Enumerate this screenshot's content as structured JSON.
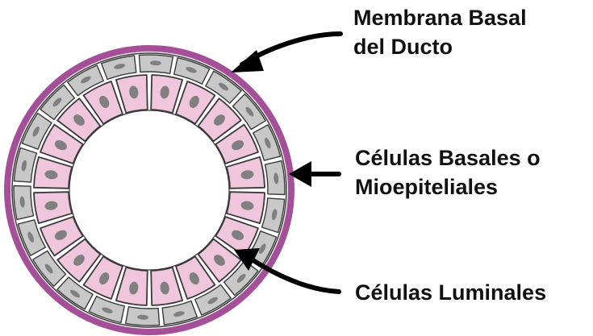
{
  "labels": {
    "membrane": {
      "line1": "Membrana Basal",
      "line2": "del Ducto"
    },
    "basal": {
      "line1": "Células Basales o",
      "line2": "Mioepiteliales"
    },
    "luminal": {
      "line1": "Células Luminales"
    }
  },
  "colors": {
    "membrane": "#a44f98",
    "basal_cell_fill": "#c8c8c8",
    "luminal_cell_fill": "#f0c6dc",
    "nucleus": "#808080",
    "outline": "#3a3a3a",
    "arrow": "#000000"
  },
  "counts": {
    "luminal_cells": 20,
    "basal_cells": 22
  }
}
